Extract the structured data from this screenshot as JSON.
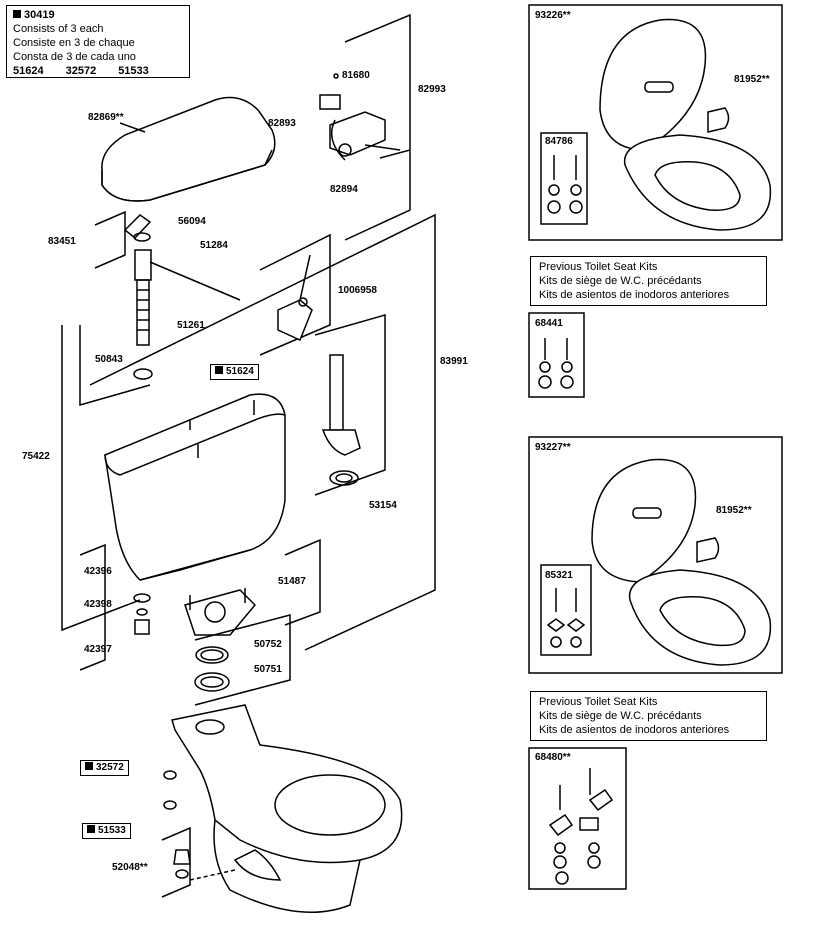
{
  "kit_note": {
    "part": "30419",
    "lines": [
      "Consists of 3 each",
      "Consiste en 3 de chaque",
      "Consta de 3 de cada uno"
    ],
    "parts": [
      "51624",
      "32572",
      "51533"
    ]
  },
  "labels": {
    "p82869": "82869**",
    "p81680": "81680",
    "p82893": "82893",
    "p82993": "82993",
    "p82894": "82894",
    "p83451": "83451",
    "p56094": "56094",
    "p51284": "51284",
    "p1006958": "1006958",
    "p51261": "51261",
    "p50843": "50843",
    "p83991": "83991",
    "p51624": "51624",
    "p75422": "75422",
    "p53154": "53154",
    "p42396": "42396",
    "p42398": "42398",
    "p42397": "42397",
    "p51487": "51487",
    "p50752": "50752",
    "p50751": "50751",
    "p32572": "32572",
    "p51533": "51533",
    "p52048": "52048**"
  },
  "seat_kits": {
    "top": {
      "seat": "93226**",
      "bumper": "81952**",
      "hardware": "84786"
    },
    "bottom": {
      "seat": "93227**",
      "bumper": "81952**",
      "hardware": "85321"
    }
  },
  "previous_kits": {
    "title_lines": [
      "Previous Toilet Seat Kits",
      "Kits de siège de W.C. précédants",
      "Kits de asientos de inodoros anteriores"
    ],
    "kit1": "68441",
    "kit2": "68480**"
  }
}
